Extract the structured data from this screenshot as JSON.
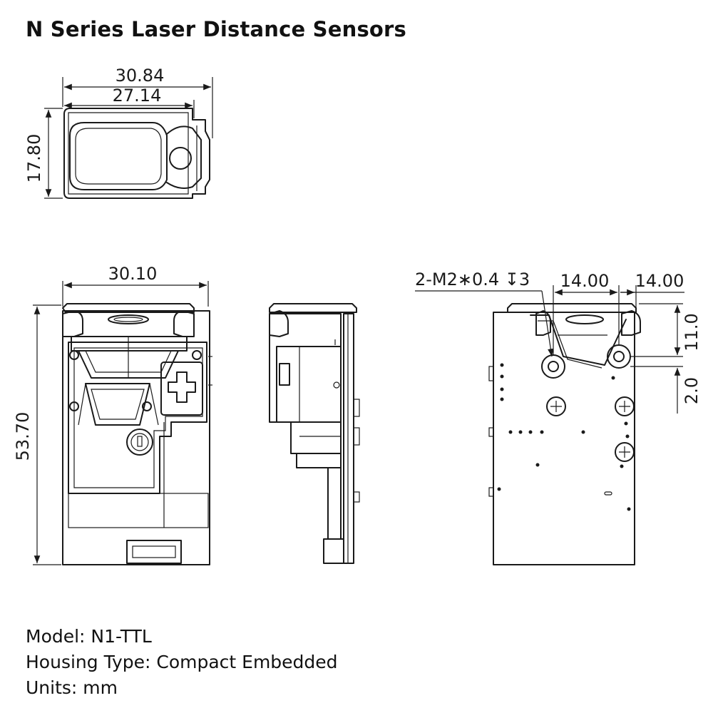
{
  "title": "N Series Laser Distance Sensors",
  "dimensions": {
    "top_outer_width": "30.84",
    "top_inner_width": "27.14",
    "top_height": "17.80",
    "front_width": "30.10",
    "front_height": "53.70",
    "hole_spec": "2-M2∗0.4 ↧3",
    "hole_spacing": "14.00",
    "hole_edge_offset": "14.00",
    "hole_vertical_offset": "11.0",
    "hole_vertical_small": "2.0"
  },
  "specs": {
    "model": "Model: N1-TTL",
    "housing": "Housing Type: Compact Embedded",
    "units": "Units: mm"
  }
}
